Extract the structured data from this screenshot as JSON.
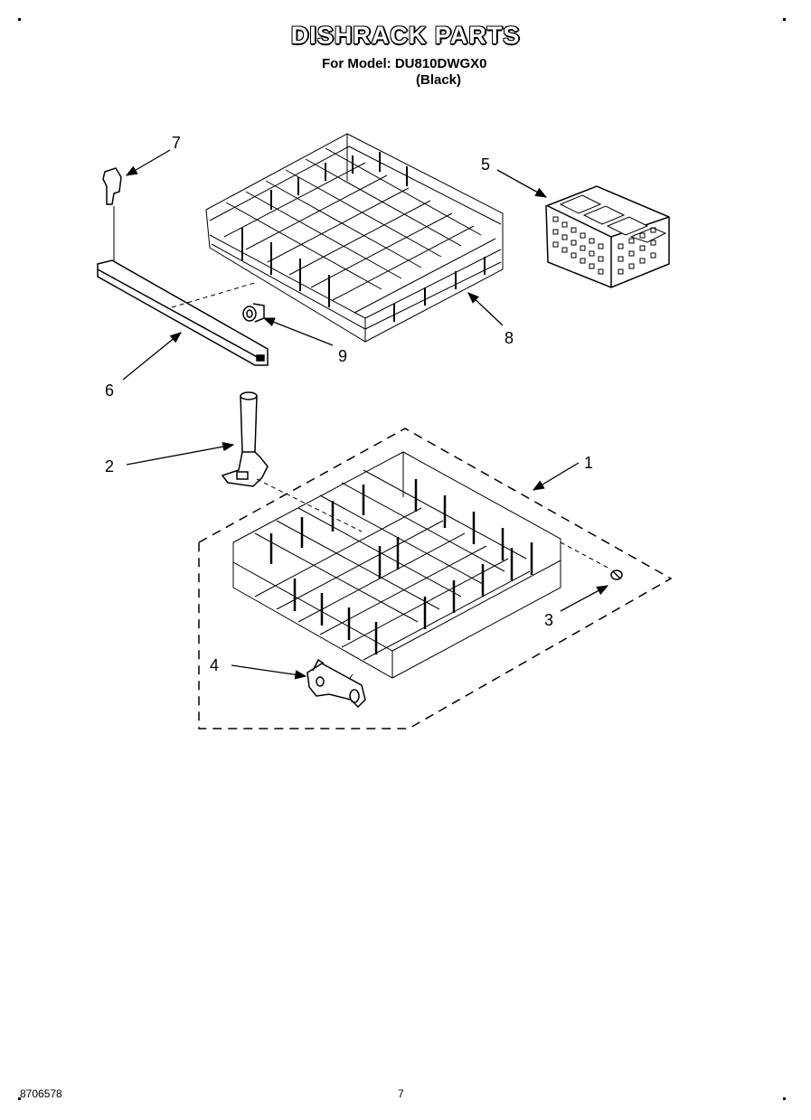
{
  "header": {
    "title": "DISHRACK PARTS",
    "model_line": "For Model: DU810DWGX0",
    "color_line": "(Black)"
  },
  "callouts": [
    "1",
    "2",
    "3",
    "4",
    "5",
    "6",
    "7",
    "8",
    "9"
  ],
  "footer": {
    "doc_code": "8706578",
    "page_number": "7"
  }
}
